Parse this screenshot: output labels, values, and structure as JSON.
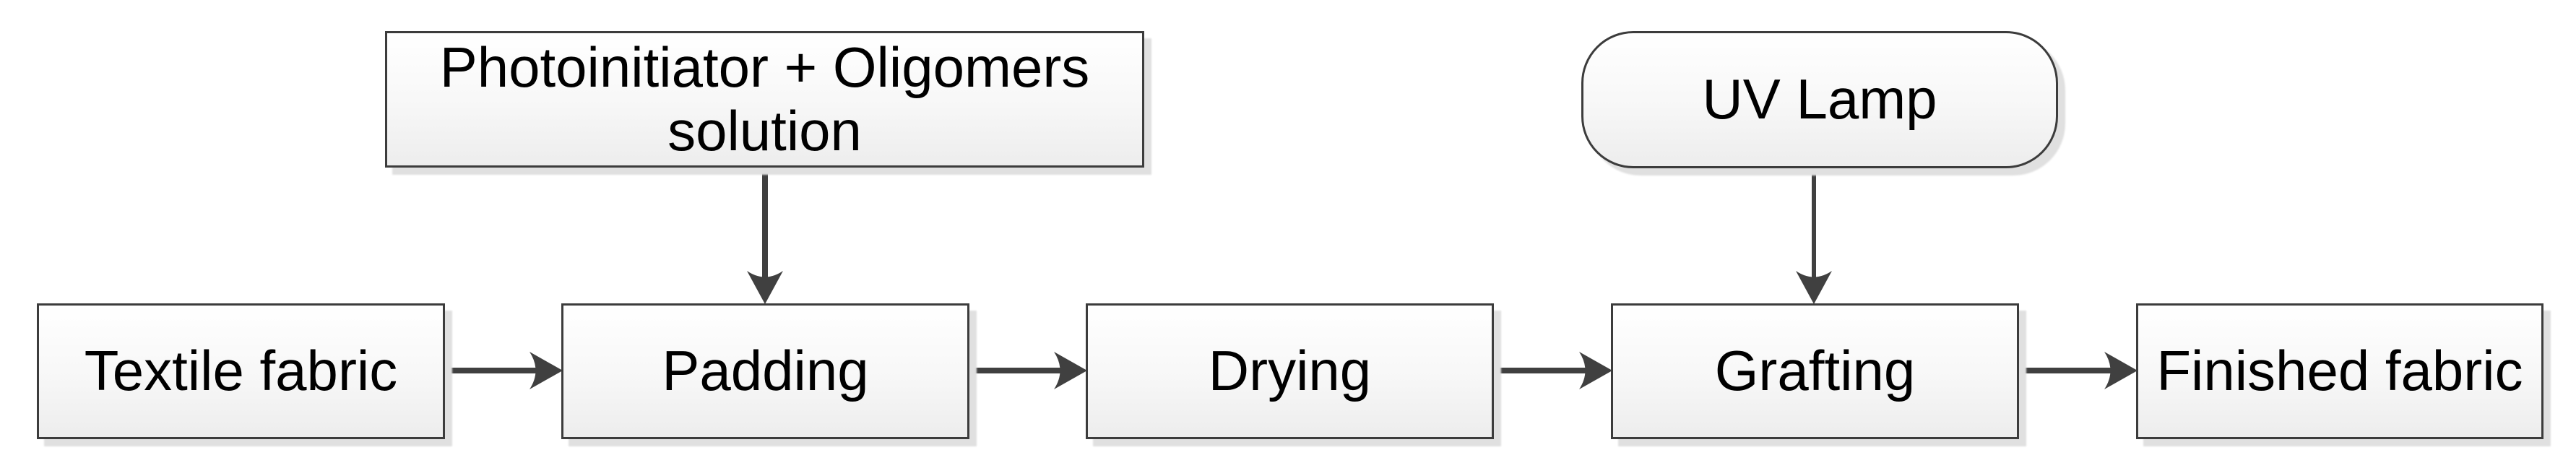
{
  "diagram": {
    "type": "flowchart",
    "nodes": {
      "photoinitiator": {
        "label": "Photoinitiator + Oligomers\nsolution",
        "shape": "rectangle"
      },
      "uv_lamp": {
        "label": "UV Lamp",
        "shape": "terminator"
      },
      "textile_fabric": {
        "label": "Textile fabric",
        "shape": "rectangle"
      },
      "padding": {
        "label": "Padding",
        "shape": "rectangle"
      },
      "drying": {
        "label": "Drying",
        "shape": "rectangle"
      },
      "grafting": {
        "label": "Grafting",
        "shape": "rectangle"
      },
      "finished_fabric": {
        "label": "Finished fabric",
        "shape": "rectangle"
      }
    },
    "edges": [
      {
        "from": "textile_fabric",
        "to": "padding",
        "direction": "right"
      },
      {
        "from": "padding",
        "to": "drying",
        "direction": "right"
      },
      {
        "from": "drying",
        "to": "grafting",
        "direction": "right"
      },
      {
        "from": "grafting",
        "to": "finished_fabric",
        "direction": "right"
      },
      {
        "from": "photoinitiator",
        "to": "padding",
        "direction": "down"
      },
      {
        "from": "uv_lamp",
        "to": "grafting",
        "direction": "down"
      }
    ]
  },
  "colors": {
    "background": "#ffffff",
    "node_border": "#3c3c3c",
    "node_fill_top": "#ffffff",
    "node_fill_bottom": "#ededed",
    "arrow": "#404040",
    "shadow": "#e0e0e0",
    "text": "#000000"
  }
}
